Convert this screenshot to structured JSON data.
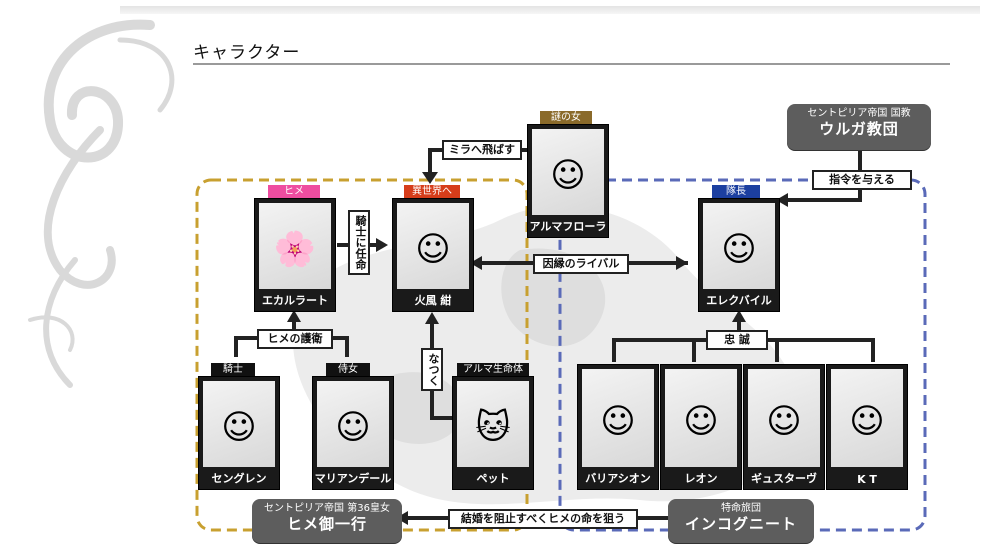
{
  "header": {
    "title": "キャラクター"
  },
  "groups": {
    "urga": {
      "sub": "セントピリア帝国 国教",
      "main": "ウルガ教団"
    },
    "hime": {
      "sub": "セントピリア帝国 第36皇女",
      "main": "ヒメ御一行"
    },
    "incognito": {
      "sub": "特命旅団",
      "main": "インコグニート"
    }
  },
  "characters": {
    "ecarlate": {
      "role": "ヒメ",
      "name": "エカルラート",
      "role_color": "#ee4da0"
    },
    "kou": {
      "role": "異世界へ",
      "name": "火風 紺",
      "role_color": "#d63d1a"
    },
    "almaflora": {
      "role": "謎の女",
      "name": "アルマフローラ",
      "role_color": "#8a6a2a"
    },
    "elekbile": {
      "role": "隊長",
      "name": "エレクバイル",
      "role_color": "#1c3fa0"
    },
    "senglen": {
      "role": "騎士",
      "name": "セングレン",
      "role_color": "#111111"
    },
    "mariandale": {
      "role": "侍女",
      "name": "マリアンデール",
      "role_color": "#111111"
    },
    "pet": {
      "role": "アルマ生命体",
      "name": "ペット",
      "role_color": "#111111"
    },
    "valiation": {
      "name": "バリアシオン"
    },
    "leon": {
      "name": "レオン"
    },
    "gustave": {
      "name": "ギュスターヴ"
    },
    "kt": {
      "name": "K T"
    }
  },
  "relations": {
    "send_mira": "ミラへ飛ばす",
    "appoint_knight": "騎士に任命",
    "rival": "因縁のライバル",
    "order": "指令を与える",
    "loyalty": "忠 誠",
    "guard": "ヒメの護衛",
    "attached": "なつく",
    "assassinate": "結婚を阻止すべくヒメの命を狙う"
  },
  "colors": {
    "gold_dash": "#c8a030",
    "blue_dash": "#5a6ab8",
    "line": "#222222",
    "group_bg": "#5d5d5d"
  },
  "icons": [
    "ornamental-swirl"
  ]
}
